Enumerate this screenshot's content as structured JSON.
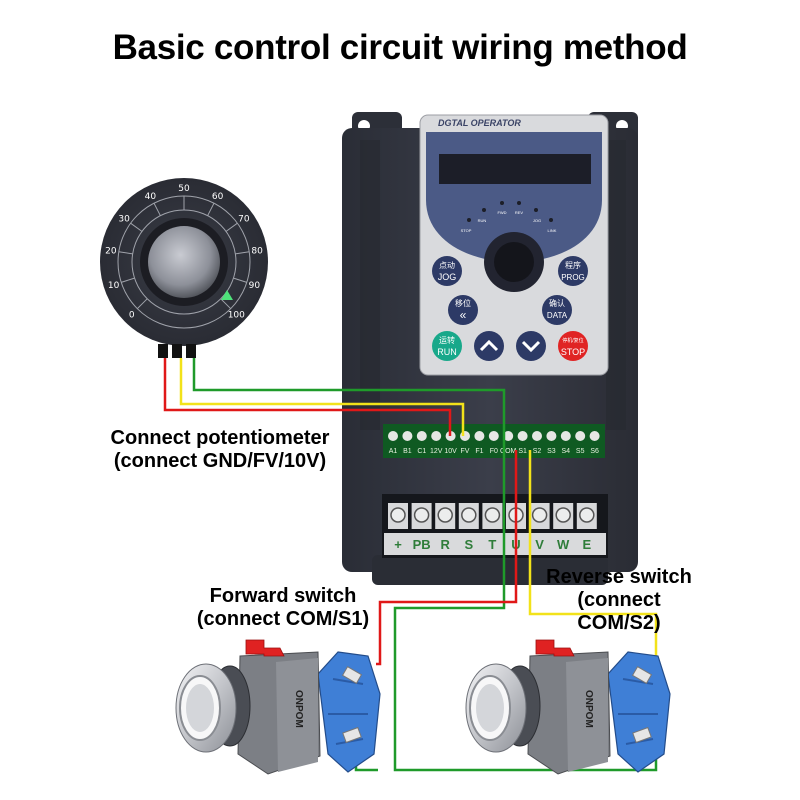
{
  "title": "Basic control circuit wiring method",
  "inverter": {
    "panel_label": "DGTAL OPERATOR",
    "indicators": [
      "STOP",
      "RUN",
      "FWD",
      "REV",
      "JOG",
      "LINK"
    ],
    "keys": [
      {
        "cn": "点动",
        "en": "JOG",
        "color": "#2d3a66"
      },
      {
        "cn": "程序",
        "en": "PROG",
        "color": "#2d3a66"
      },
      {
        "cn": "移位",
        "en": "«",
        "color": "#2d3a66"
      },
      {
        "cn": "确认",
        "en": "DATA",
        "color": "#2d3a66"
      },
      {
        "cn": "运转",
        "en": "RUN",
        "color": "#18a88a"
      },
      {
        "cn": "",
        "en": "^",
        "color": "#2d3a66"
      },
      {
        "cn": "",
        "en": "v",
        "color": "#2d3a66"
      },
      {
        "cn": "停机/复位",
        "en": "STOP",
        "color": "#e02424"
      }
    ],
    "control_terminals": [
      "A1",
      "B1",
      "C1",
      "12V",
      "10V",
      "FV",
      "F1",
      "F0",
      "COM",
      "S1",
      "S2",
      "S3",
      "S4",
      "S5",
      "S6"
    ],
    "power_terminals": [
      "+",
      "PB",
      "R",
      "S",
      "T",
      "U",
      "V",
      "W",
      "E"
    ]
  },
  "potentiometer": {
    "scale": [
      "0",
      "10",
      "20",
      "30",
      "40",
      "50",
      "60",
      "70",
      "80",
      "90",
      "100"
    ]
  },
  "labels": {
    "potentiometer_line1": "Connect potentiometer",
    "potentiometer_line2": "(connect GND/FV/10V)",
    "forward_line1": "Forward switch",
    "forward_line2": "(connect COM/S1)",
    "reverse_line1": "Reverse switch",
    "reverse_line2": "(connect COM/S2)"
  },
  "switches": {
    "brand": "ONPOM"
  },
  "wire_colors": {
    "red": "#e01818",
    "yellow": "#f2e21a",
    "green": "#1f9a2a"
  },
  "wiring": [
    {
      "from": "potentiometer",
      "to": "10V",
      "color": "red"
    },
    {
      "from": "potentiometer",
      "to": "FV",
      "color": "yellow"
    },
    {
      "from": "potentiometer",
      "to": "COM",
      "color": "green"
    },
    {
      "from": "forward-switch",
      "to": "S1",
      "color": "red"
    },
    {
      "from": "reverse-switch",
      "to": "S2",
      "color": "yellow"
    },
    {
      "from": "forward-switch",
      "to": "reverse-switch",
      "color": "green"
    }
  ]
}
